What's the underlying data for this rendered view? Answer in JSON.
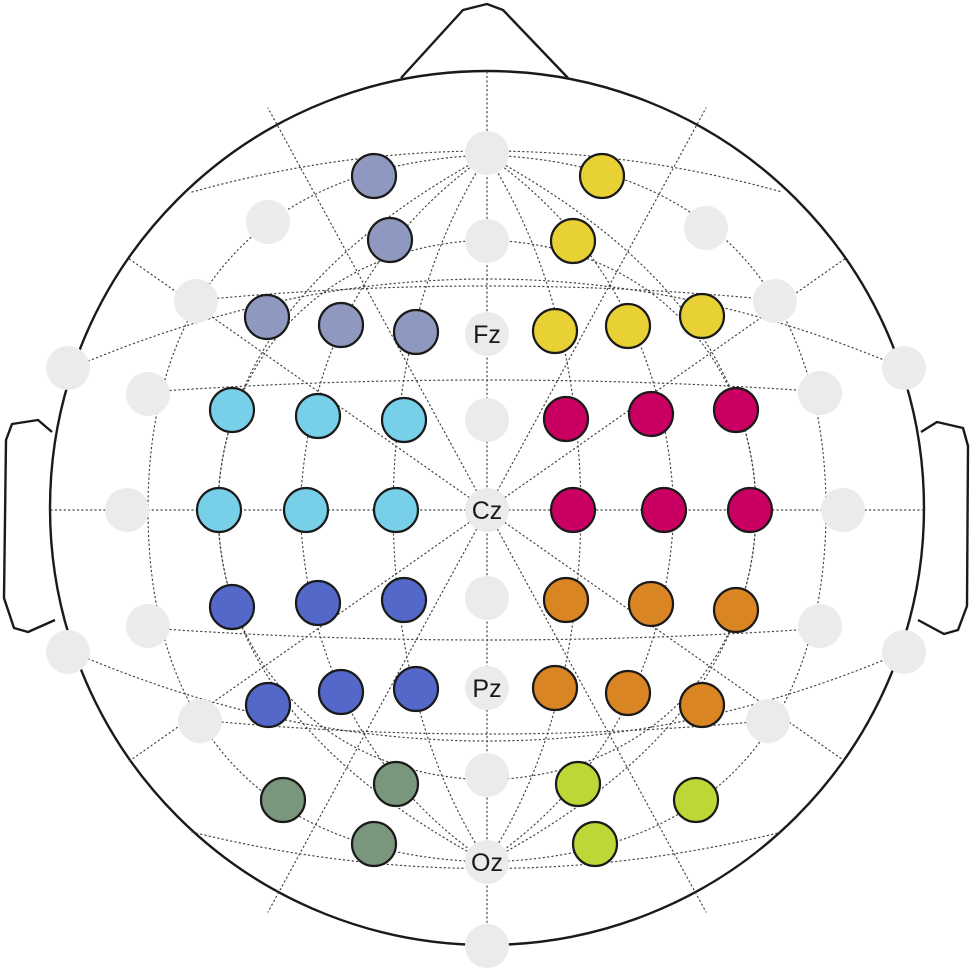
{
  "diagram": {
    "midline_labels": [
      {
        "id": "fz",
        "text": "Fz"
      },
      {
        "id": "cz",
        "text": "Cz"
      },
      {
        "id": "pz",
        "text": "Pz"
      },
      {
        "id": "oz",
        "text": "Oz"
      }
    ],
    "cluster_colors": {
      "left-frontal": "#8f99bf",
      "right-frontal": "#e8d135",
      "left-central": "#78cfe8",
      "right-central": "#c90062",
      "left-parietal": "#5468c9",
      "right-parietal": "#da8523",
      "left-occipital": "#7a977d",
      "right-occipital": "#bdd836",
      "unselected": "#ebebeb"
    }
  }
}
